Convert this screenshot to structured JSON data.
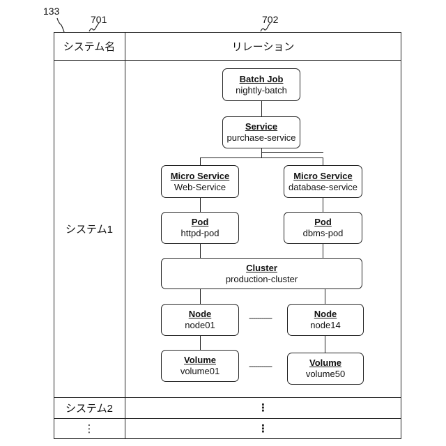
{
  "refs": {
    "figure": "133",
    "col_name": "701",
    "col_relation": "702"
  },
  "header": {
    "name": "システム名",
    "relation": "リレーション"
  },
  "rows": [
    {
      "name": "システム1"
    },
    {
      "name": "システム2",
      "relation": "⋮"
    },
    {
      "name": "⋮",
      "relation": "⋮"
    }
  ],
  "nodes": {
    "batch": {
      "type": "Batch Job",
      "value": "nightly-batch"
    },
    "service": {
      "type": "Service",
      "value": "purchase-service"
    },
    "ms_web": {
      "type": "Micro Service",
      "value": "Web-Service"
    },
    "ms_db": {
      "type": "Micro Service",
      "value": "database-service"
    },
    "pod_httpd": {
      "type": "Pod",
      "value": "httpd-pod"
    },
    "pod_dbms": {
      "type": "Pod",
      "value": "dbms-pod"
    },
    "cluster": {
      "type": "Cluster",
      "value": "production-cluster"
    },
    "node01": {
      "type": "Node",
      "value": "node01"
    },
    "node14": {
      "type": "Node",
      "value": "node14"
    },
    "vol01": {
      "type": "Volume",
      "value": "volume01"
    },
    "vol50": {
      "type": "Volume",
      "value": "volume50"
    }
  },
  "ellipsis": {
    "horizontal": "-----------"
  }
}
